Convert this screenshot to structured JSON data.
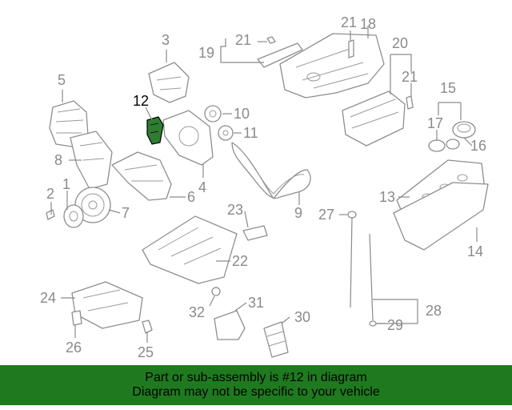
{
  "diagram": {
    "highlight_color": "#2e7d32",
    "callout_color": "#8a8a8a",
    "callouts": [
      "1",
      "2",
      "3",
      "4",
      "5",
      "6",
      "7",
      "8",
      "9",
      "10",
      "11",
      "12",
      "13",
      "14",
      "15",
      "16",
      "17",
      "18",
      "19",
      "20",
      "21",
      "21",
      "21",
      "22",
      "23",
      "24",
      "25",
      "26",
      "27",
      "28",
      "29",
      "30",
      "31",
      "32"
    ],
    "highlighted_part": "12"
  },
  "banner": {
    "background": "#1f7a1f",
    "line1": "Part or sub-assembly is #12 in diagram",
    "line2": "Diagram may not be specific to your vehicle"
  }
}
